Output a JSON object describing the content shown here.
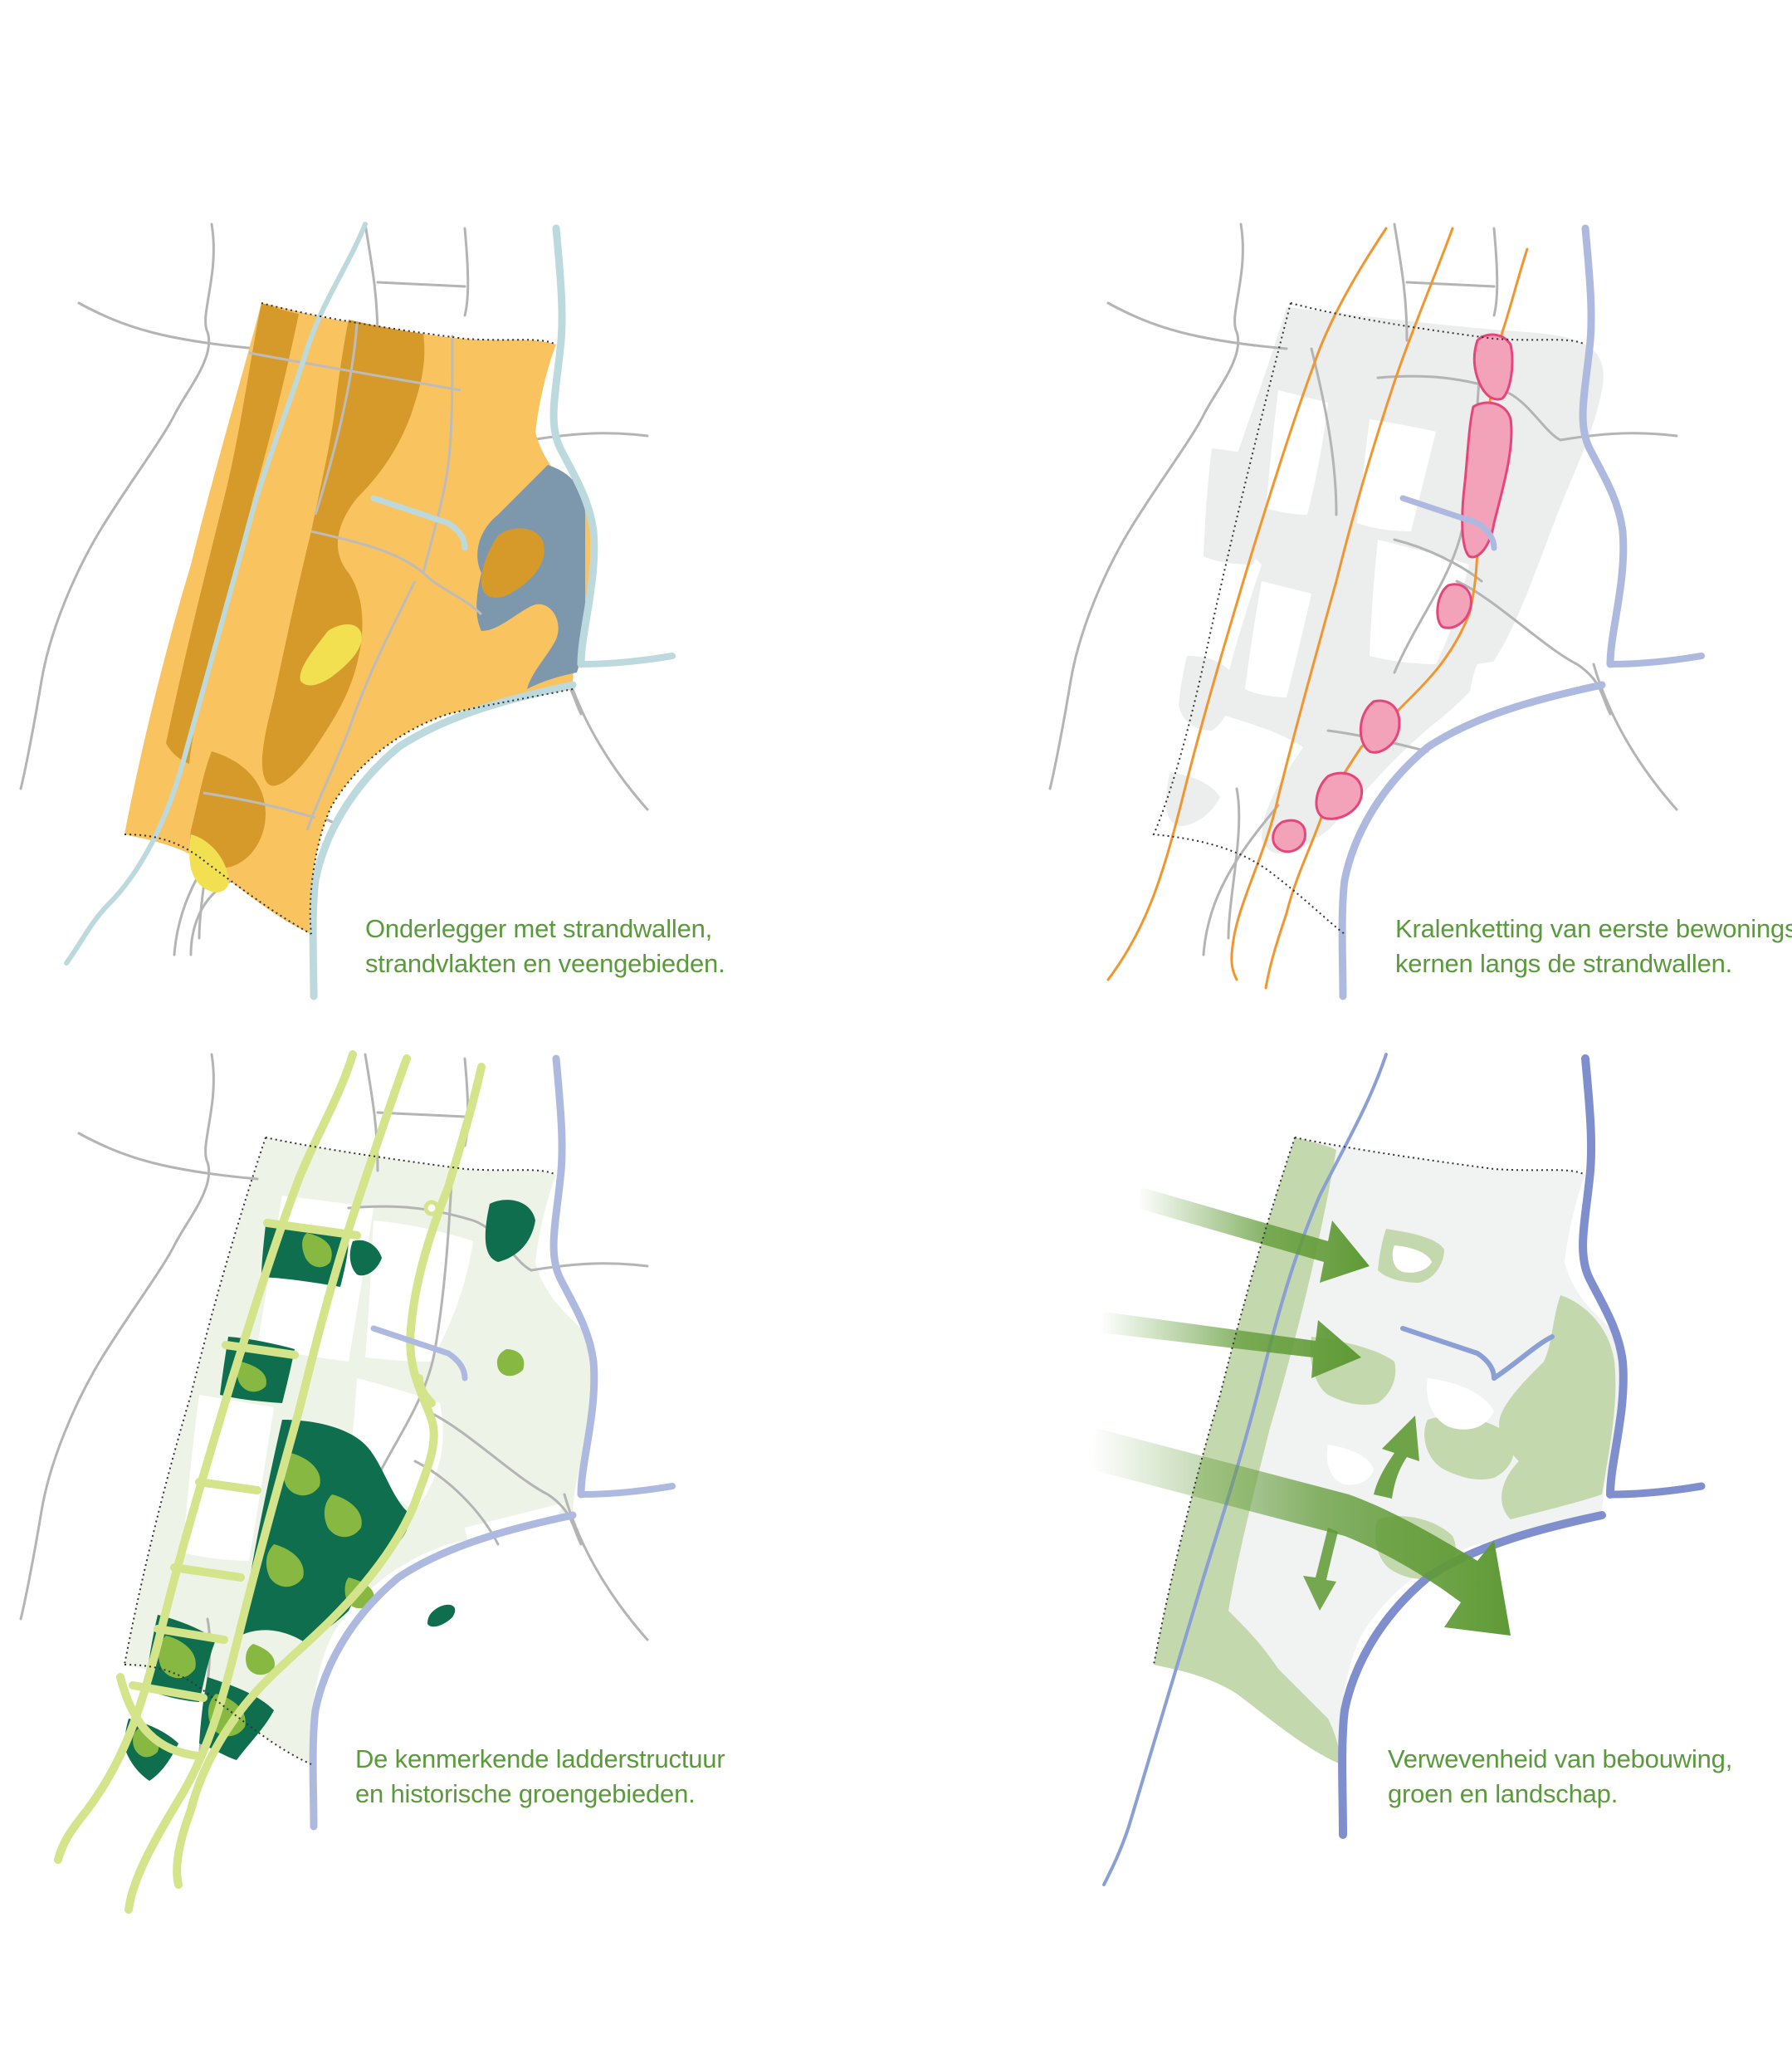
{
  "panels": [
    {
      "caption_line1": "Onderlegger met strandwallen,",
      "caption_line2": "strandvlakten en veengebieden."
    },
    {
      "caption_line1": "Kralenketting van eerste bewonings-",
      "caption_line2": "kernen langs de strandwallen."
    },
    {
      "caption_line1": "De kenmerkende ladderstructuur",
      "caption_line2": "en historische groengebieden."
    },
    {
      "caption_line1": "Verwevenheid van bebouwing,",
      "caption_line2": "groen en landschap."
    }
  ],
  "colors": {
    "caption": "#5a9a3c",
    "road": "#b4b4b4",
    "water_light": "#bcd9dd",
    "water_blue": "#8a9fd4",
    "strandvlakte": "#f9c35f",
    "strandwal": "#d59a2a",
    "veen": "#7d97ad",
    "dune_yellow": "#f3e050",
    "kernel_pink": "#f3a3b9",
    "ladder_green": "#d3e48a",
    "forest_dark": "#0e6e4d",
    "forest_light": "#86b842",
    "arrow_green": "#5f9a35",
    "landscape_green": "#c4d8ad"
  }
}
